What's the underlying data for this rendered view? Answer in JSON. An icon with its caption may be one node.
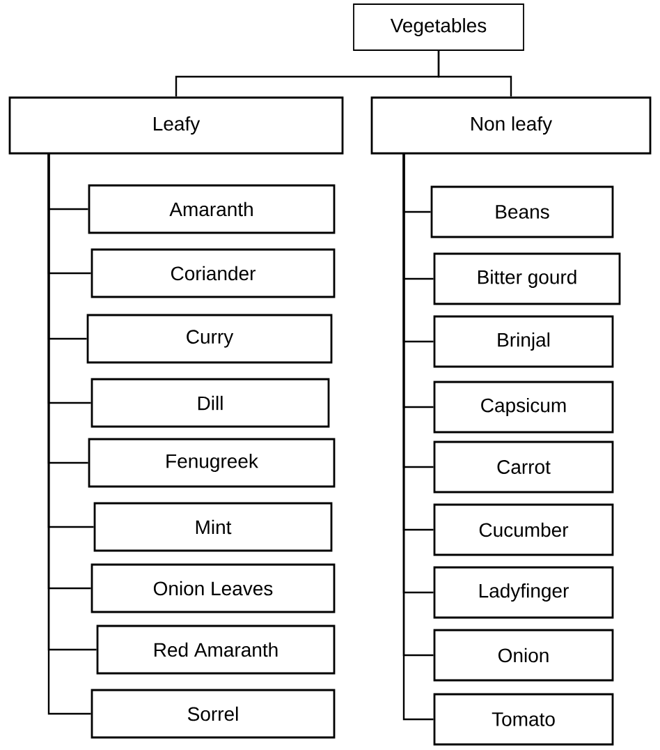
{
  "diagram": {
    "nodes": [
      {
        "text": [
          "Vegetables"
        ]
      },
      {
        "text": [
          "Leafy"
        ]
      },
      {
        "text": [
          "Non leafy"
        ]
      },
      {
        "text": [
          "Amaranth"
        ]
      },
      {
        "text": [
          "Coriander"
        ]
      },
      {
        "text": [
          "Curry"
        ]
      },
      {
        "text": [
          "Dill"
        ]
      },
      {
        "text": [
          "Fenugreek"
        ]
      },
      {
        "text": [
          "Mint"
        ]
      },
      {
        "text": [
          "Onion Leaves"
        ]
      },
      {
        "text": [
          "Red Amaranth"
        ]
      },
      {
        "text": [
          "Sorrel"
        ]
      },
      {
        "text": [
          "Beans"
        ]
      },
      {
        "text": [
          "Bitter gourd"
        ]
      },
      {
        "text": [
          "Brinjal"
        ]
      },
      {
        "text": [
          "Capsicum"
        ]
      },
      {
        "text": [
          "Carrot"
        ]
      },
      {
        "text": [
          "Cucumber"
        ]
      },
      {
        "text": [
          "Ladyfinger"
        ]
      },
      {
        "text": [
          "Onion"
        ]
      },
      {
        "text": [
          "Tomato"
        ]
      }
    ],
    "edges": [
      {
        "from": 0,
        "to": 1,
        "arrow": "none"
      },
      {
        "from": 0,
        "to": 2,
        "arrow": "none"
      },
      {
        "from": 1,
        "to": 3,
        "arrow": "none"
      },
      {
        "from": 1,
        "to": 4,
        "arrow": "none"
      },
      {
        "from": 1,
        "to": 5,
        "arrow": "none"
      },
      {
        "from": 1,
        "to": 6,
        "arrow": "none"
      },
      {
        "from": 1,
        "to": 7,
        "arrow": "none"
      },
      {
        "from": 1,
        "to": 8,
        "arrow": "none"
      },
      {
        "from": 1,
        "to": 9,
        "arrow": "none"
      },
      {
        "from": 1,
        "to": 10,
        "arrow": "none"
      },
      {
        "from": 1,
        "to": 11,
        "arrow": "none"
      },
      {
        "from": 2,
        "to": 12,
        "arrow": "none"
      },
      {
        "from": 2,
        "to": 13,
        "arrow": "none"
      },
      {
        "from": 2,
        "to": 14,
        "arrow": "none"
      },
      {
        "from": 2,
        "to": 15,
        "arrow": "none"
      },
      {
        "from": 2,
        "to": 16,
        "arrow": "none"
      },
      {
        "from": 2,
        "to": 17,
        "arrow": "none"
      },
      {
        "from": 2,
        "to": 18,
        "arrow": "none"
      },
      {
        "from": 2,
        "to": 19,
        "arrow": "none"
      },
      {
        "from": 2,
        "to": 20,
        "arrow": "none"
      }
    ]
  }
}
